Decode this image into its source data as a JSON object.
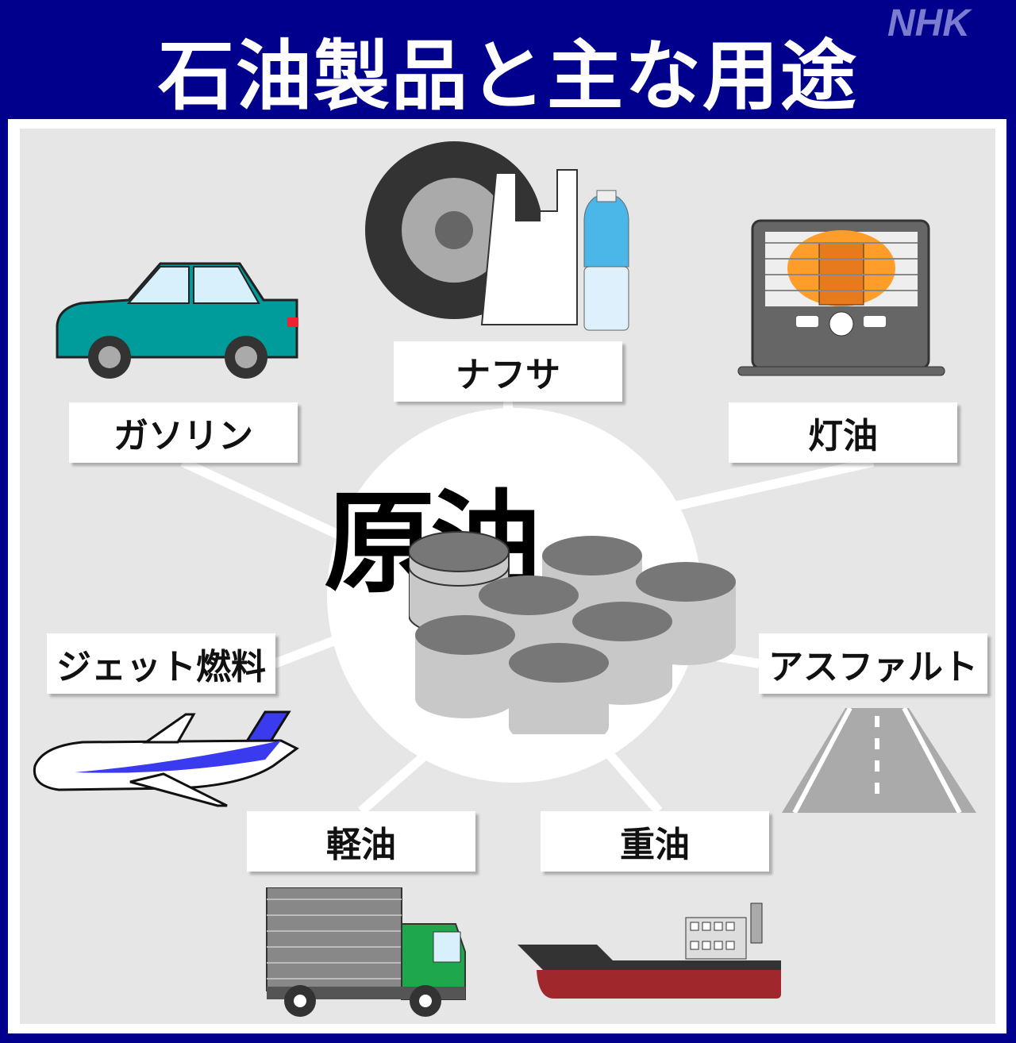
{
  "header": {
    "title": "石油製品と主な用途",
    "logo": "NHK"
  },
  "center": {
    "label": "原油",
    "icon": "oil-drums-icon"
  },
  "products": [
    {
      "label": "ナフサ",
      "icon": "tire-bag-bottle-icon"
    },
    {
      "label": "ガソリン",
      "icon": "car-icon"
    },
    {
      "label": "灯油",
      "icon": "kerosene-heater-icon"
    },
    {
      "label": "ジェット燃料",
      "icon": "airplane-icon"
    },
    {
      "label": "アスファルト",
      "icon": "road-icon"
    },
    {
      "label": "軽油",
      "icon": "truck-icon"
    },
    {
      "label": "重油",
      "icon": "ship-icon"
    }
  ],
  "colors": {
    "header": "#00008c",
    "panel": "#e6e6e6",
    "car": "#009b9b",
    "ship_hull": "#a0282d",
    "truck_cab": "#1fa84b"
  }
}
